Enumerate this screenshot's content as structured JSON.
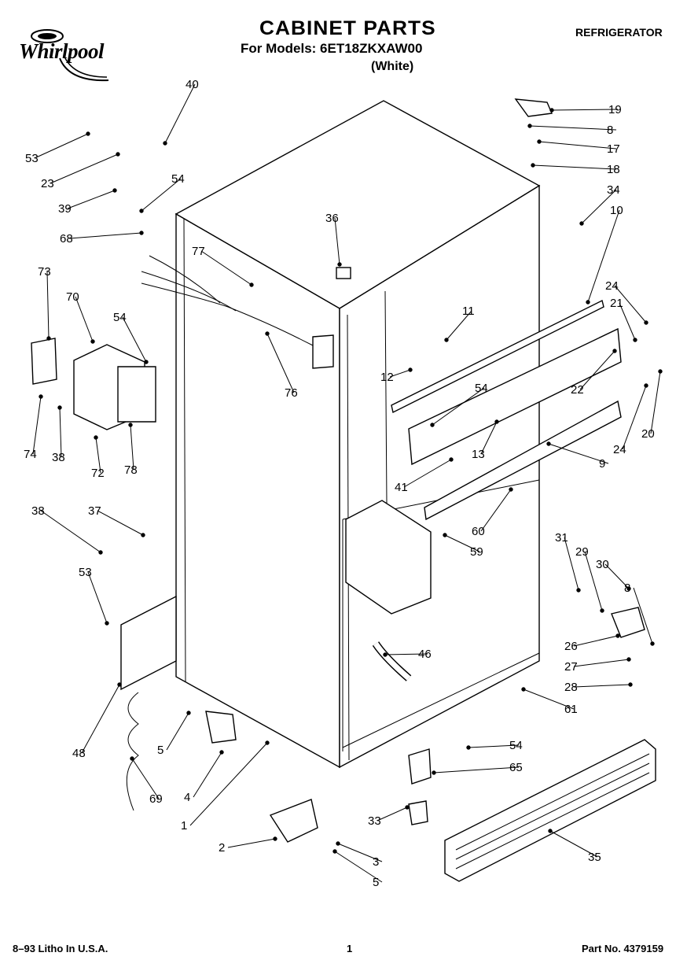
{
  "header": {
    "brand": "Whirlpool",
    "title": "CABINET PARTS",
    "models": "For Models: 6ET18ZKXAW00",
    "color": "(White)",
    "category": "REFRIGERATOR"
  },
  "footer": {
    "litho": "8–93 Litho In U.S.A.",
    "page": "1",
    "part_no": "Part No. 4379159"
  },
  "callouts": [
    "40",
    "53",
    "23",
    "39",
    "54",
    "68",
    "73",
    "70",
    "54",
    "74",
    "38",
    "72",
    "78",
    "77",
    "36",
    "76",
    "11",
    "12",
    "54",
    "13",
    "41",
    "60",
    "59",
    "19",
    "8",
    "17",
    "18",
    "34",
    "10",
    "24",
    "21",
    "22",
    "24",
    "20",
    "9",
    "38",
    "37",
    "53",
    "48",
    "69",
    "5",
    "4",
    "1",
    "2",
    "3",
    "5",
    "33",
    "54",
    "65",
    "35",
    "46",
    "31",
    "29",
    "30",
    "8",
    "26",
    "27",
    "28",
    "61"
  ]
}
